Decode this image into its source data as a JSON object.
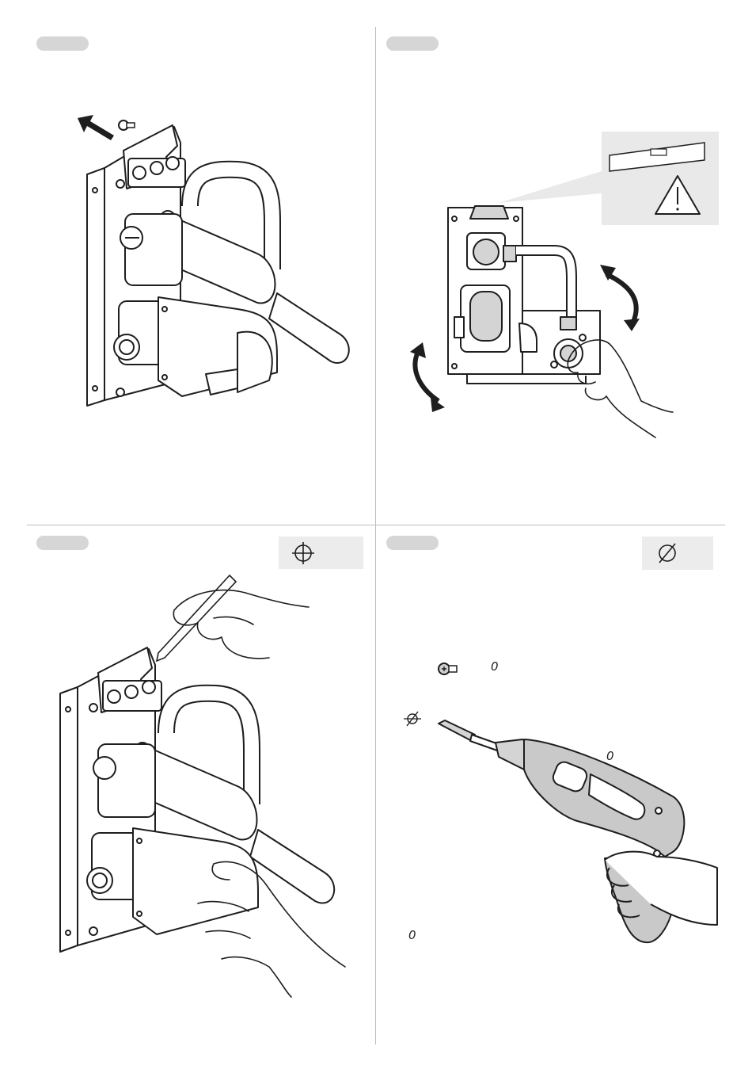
{
  "panels": [
    {
      "step_label": ""
    },
    {
      "step_label": ""
    },
    {
      "step_label": ""
    },
    {
      "step_label": ""
    }
  ],
  "annotations": {
    "dim_a": "0",
    "dim_b": "0",
    "dim_c": "0"
  },
  "colors": {
    "line": "#1e1e1e",
    "pill": "#d6d6d6",
    "symbol_box": "#ececec",
    "callout": "#e9e9e9",
    "drill_body": "#c9c9c9",
    "valve_fill": "#d4d4d4"
  },
  "icons": [
    "arrow-left-icon",
    "screw-icon",
    "spirit-level-icon",
    "warning-icon",
    "curved-double-arrow-icon",
    "crosshair-icon",
    "diameter-icon",
    "drill-icon",
    "pencil-icon",
    "hand-icon"
  ]
}
